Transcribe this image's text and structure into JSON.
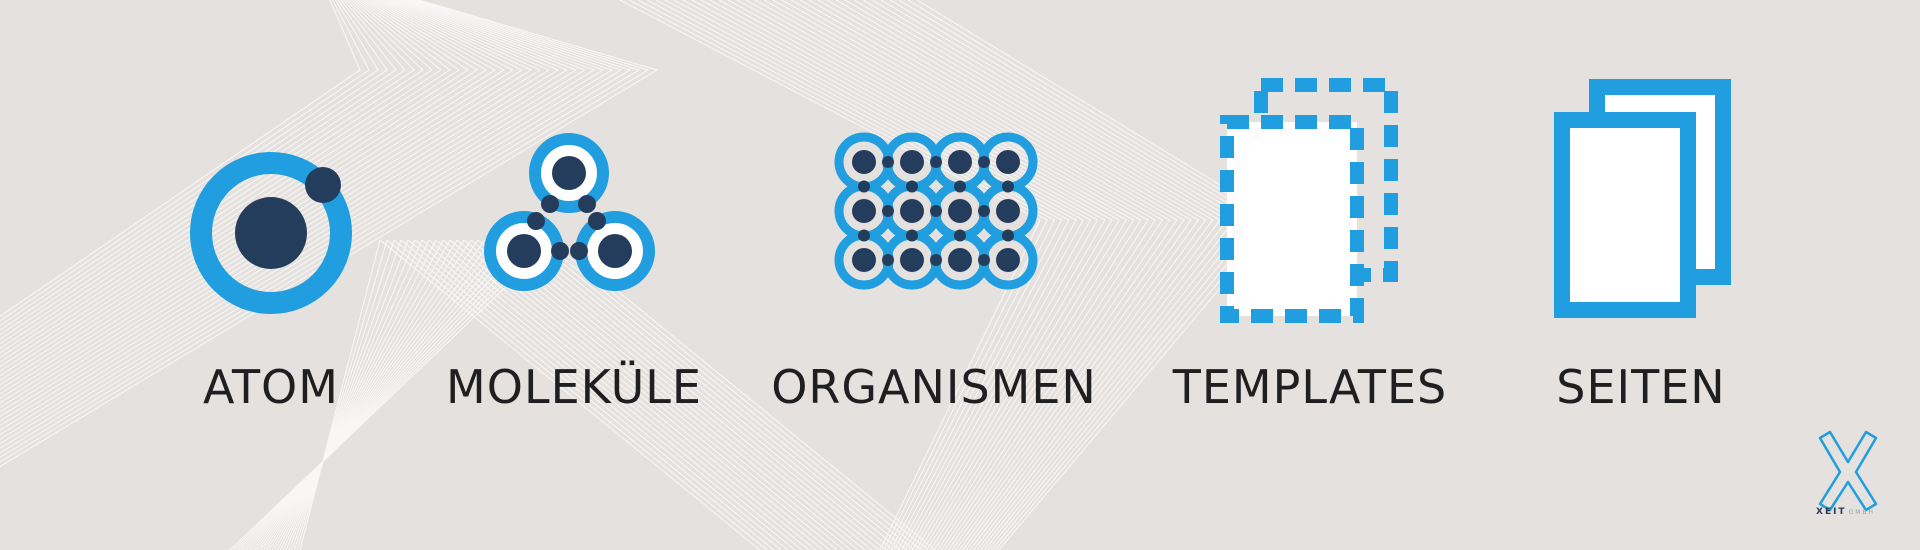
{
  "colors": {
    "background": "#e4e1de",
    "accent_blue": "#209ee0",
    "dark_navy": "#253d5c",
    "white": "#ffffff",
    "text": "#1f1f22"
  },
  "stages": [
    {
      "label": "ATOM",
      "icon": "atom-icon"
    },
    {
      "label": "MOLEKÜLE",
      "icon": "molecule-icon"
    },
    {
      "label": "ORGANISMEN",
      "icon": "organism-icon"
    },
    {
      "label": "TEMPLATES",
      "icon": "template-icon"
    },
    {
      "label": "SEITEN",
      "icon": "pages-icon"
    }
  ],
  "logo": {
    "name": "XEIT",
    "sub": "GMBH"
  }
}
